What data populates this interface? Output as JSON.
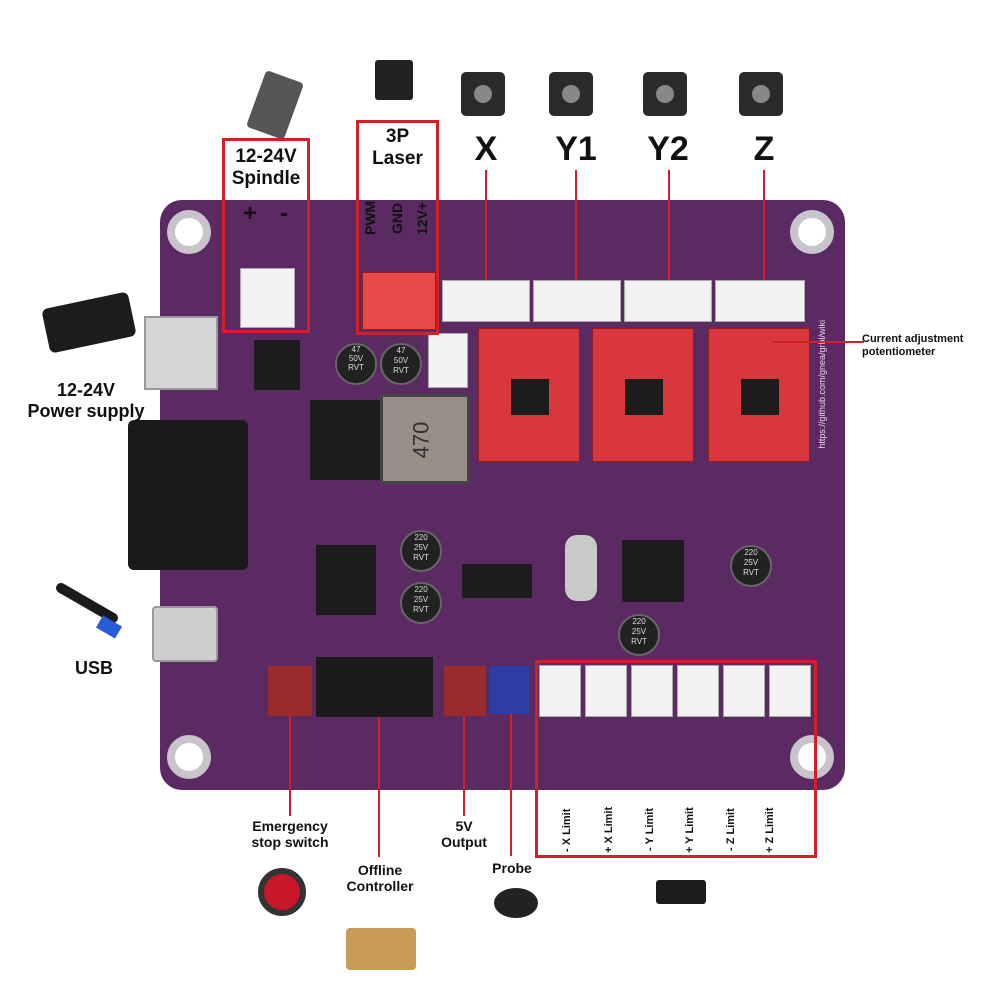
{
  "labels": {
    "spindle": "12-24V\nSpindle",
    "spindle_plus": "+",
    "spindle_minus": "-",
    "laser": "3P\nLaser",
    "laser_pins": [
      "PWM",
      "GND",
      "12V+"
    ],
    "axes": [
      "X",
      "Y1",
      "Y2",
      "Z"
    ],
    "current_adj": "Current adjustment\npotentiometer",
    "power_supply": "12-24V\nPower supply",
    "usb": "USB",
    "emergency": "Emergency\nstop switch",
    "offline": "Offline\nController",
    "output5v": "5V\nOutput",
    "probe": "Probe",
    "limits": [
      "- X Limit",
      "+ X Limit",
      "- Y Limit",
      "+ Y Limit",
      "- Z Limit",
      "+ Z Limit"
    ]
  },
  "board_text": {
    "inductor": "470",
    "caps": [
      "220\n25V\nRVT",
      "47\n50V\nRVT",
      "220\n25V\nRVT",
      "220\n25V\nRVT",
      "220\n25V\nRVT",
      "220\n25V\nRVT"
    ],
    "url": "https://github.com/gnea/grbl/wiki"
  },
  "colors": {
    "highlight": "#d2202a",
    "board": "#5b2a63",
    "driver": "#d9363e"
  }
}
